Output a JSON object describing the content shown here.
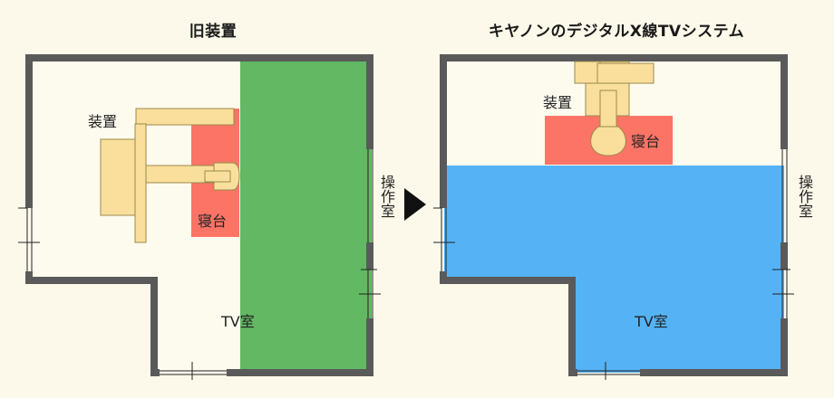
{
  "titles": {
    "left": "旧装置",
    "right": "キヤノンのデジタルX線TVシステム"
  },
  "labels": {
    "equipment": "装置",
    "bed": "寝台",
    "operation_room": "操作室",
    "tv_room": "TV室"
  },
  "colors": {
    "background": "#fdf9ea",
    "floor": "#fdfaee",
    "wall": "#5a5a5a",
    "green_zone": "#62b863",
    "blue_zone": "#55b3f5",
    "bed": "#fb7466",
    "equipment": "#fadf9c",
    "equipment_stroke": "#9a8a4a"
  },
  "icons": {
    "arrow": "play-arrow-icon"
  }
}
